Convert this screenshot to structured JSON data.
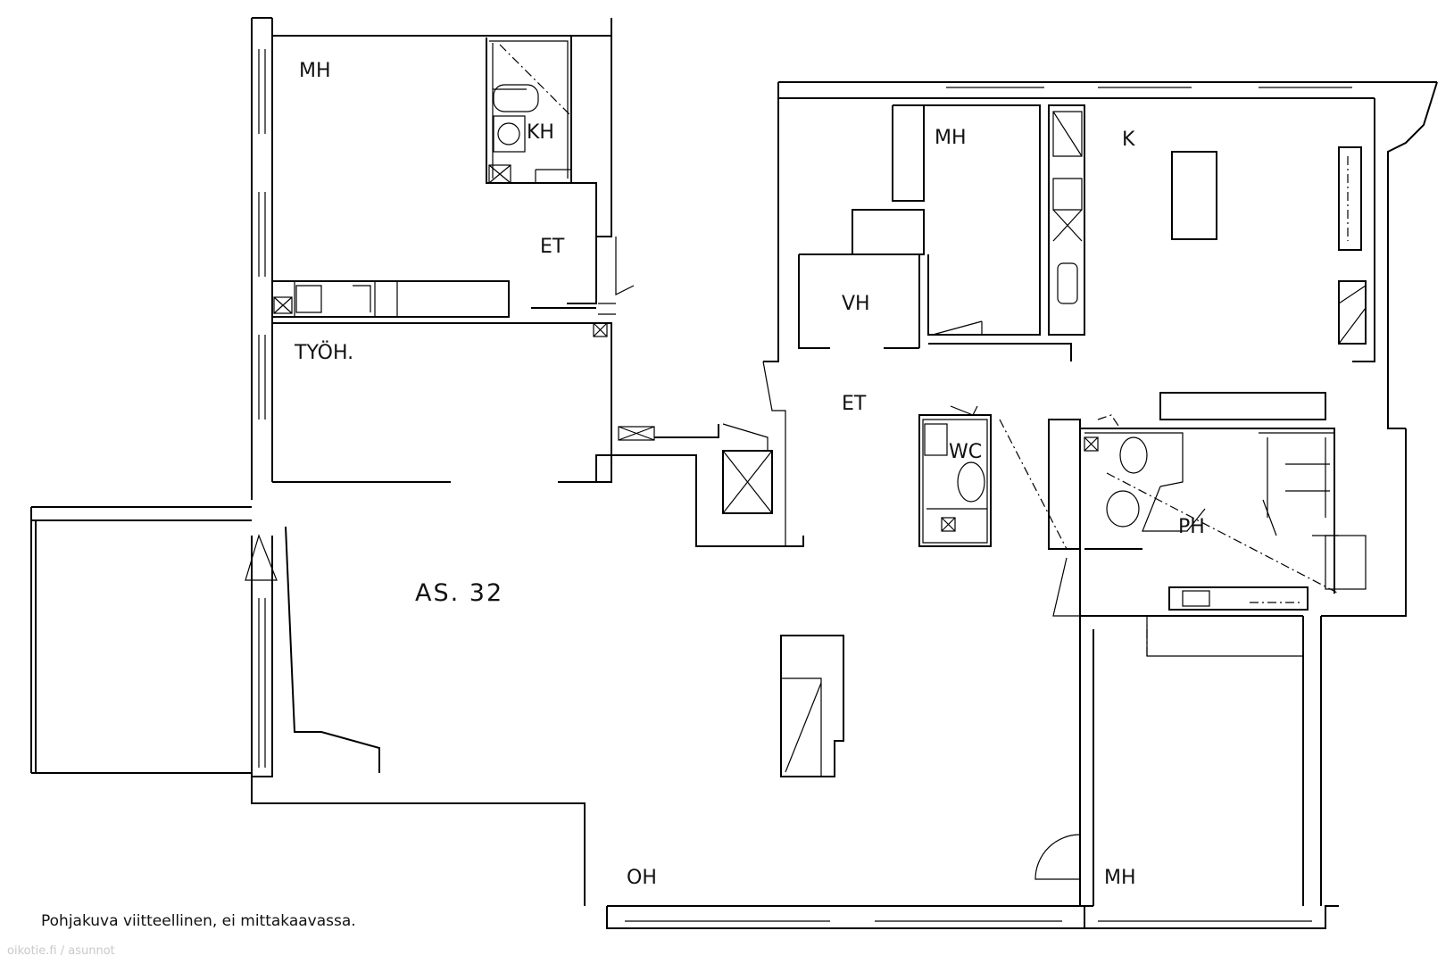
{
  "plan": {
    "apartment_label": "AS.  32",
    "rooms": {
      "mh_top_left": "MH",
      "kh": "KH",
      "et_left": "ET",
      "tyoh": "TYÖH.",
      "mh_middle": "MH",
      "k": "K",
      "vh": "VH",
      "et_middle": "ET",
      "wc": "WC",
      "ph": "PH",
      "oh": "OH",
      "mh_bottom_right": "MH"
    }
  },
  "footer": {
    "note": "Pohjakuva viitteellinen, ei mittakaavassa.",
    "watermark": "oikotie.fi / asunnot"
  }
}
